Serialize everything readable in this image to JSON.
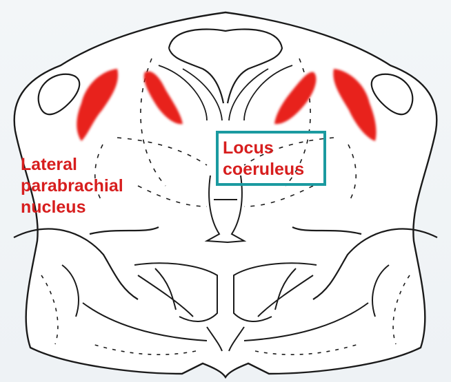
{
  "labels": {
    "lateral_parabrachial": [
      "Lateral",
      "parabrachial",
      "nucleus"
    ],
    "locus_coeruleus": [
      "Locus",
      "coeruleus"
    ]
  },
  "colors": {
    "label_text": "#d71e1e",
    "nucleus_fill": "#e8201f",
    "highlight_box": "#1b9aa0",
    "outline": "#1a1a1a"
  }
}
